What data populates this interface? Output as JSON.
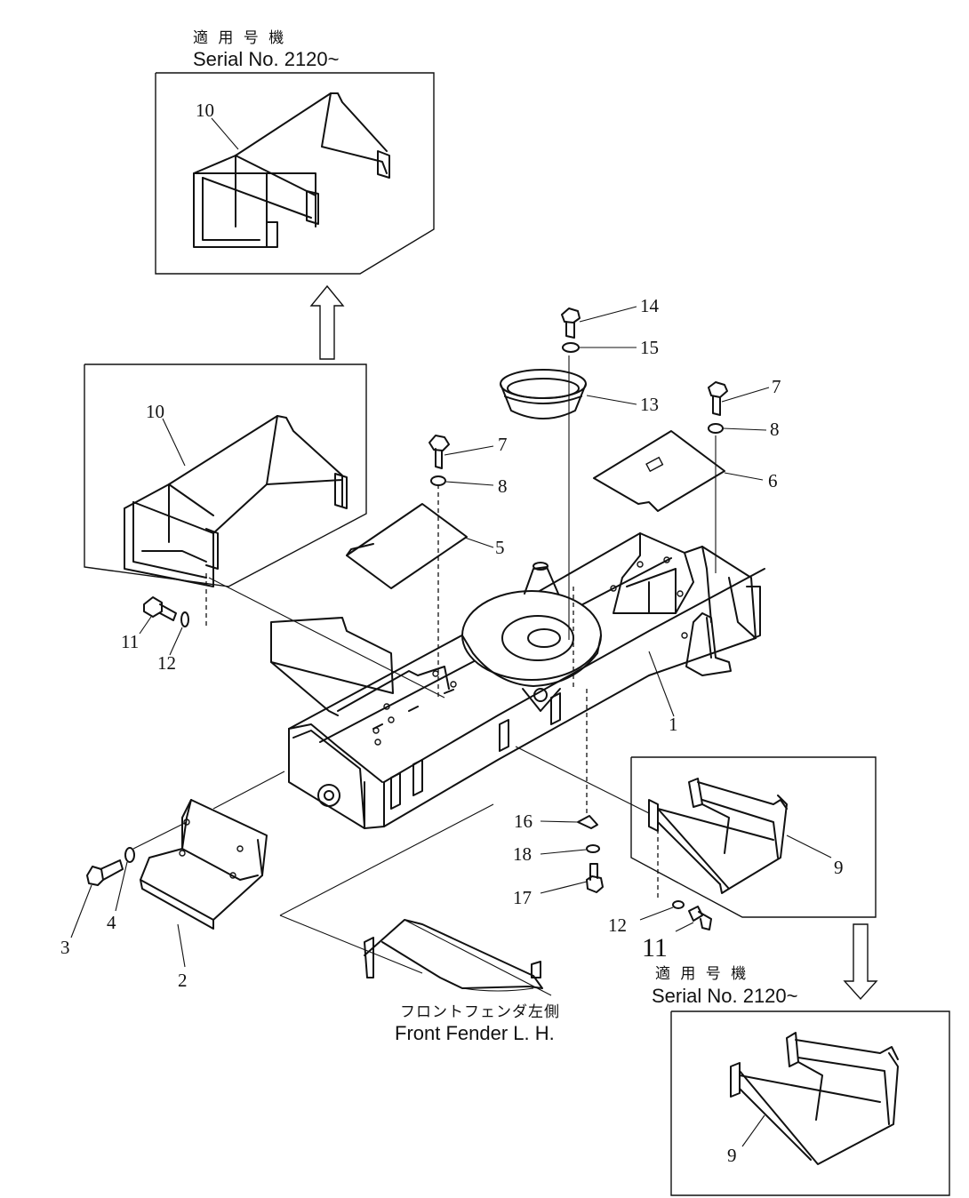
{
  "serial_boxes": [
    {
      "jp_label": "適 用 号 機",
      "serial": "Serial No. 2120~"
    },
    {
      "jp_label": "適 用 号 機",
      "serial": "Serial No. 2120~"
    }
  ],
  "caption": {
    "jp": "フロントフェンダ左側",
    "en": "Front Fender L. H."
  },
  "callouts": {
    "c1": "1",
    "c2": "2",
    "c3": "3",
    "c4": "4",
    "c5": "5",
    "c6": "6",
    "c7a": "7",
    "c7b": "7",
    "c8a": "8",
    "c8b": "8",
    "c9a": "9",
    "c9b": "9",
    "c10a": "10",
    "c10b": "10",
    "c11a": "11",
    "c11b": "11",
    "c12a": "12",
    "c12b": "12",
    "c13": "13",
    "c14": "14",
    "c15": "15",
    "c16": "16",
    "c17": "17",
    "c18": "18"
  }
}
